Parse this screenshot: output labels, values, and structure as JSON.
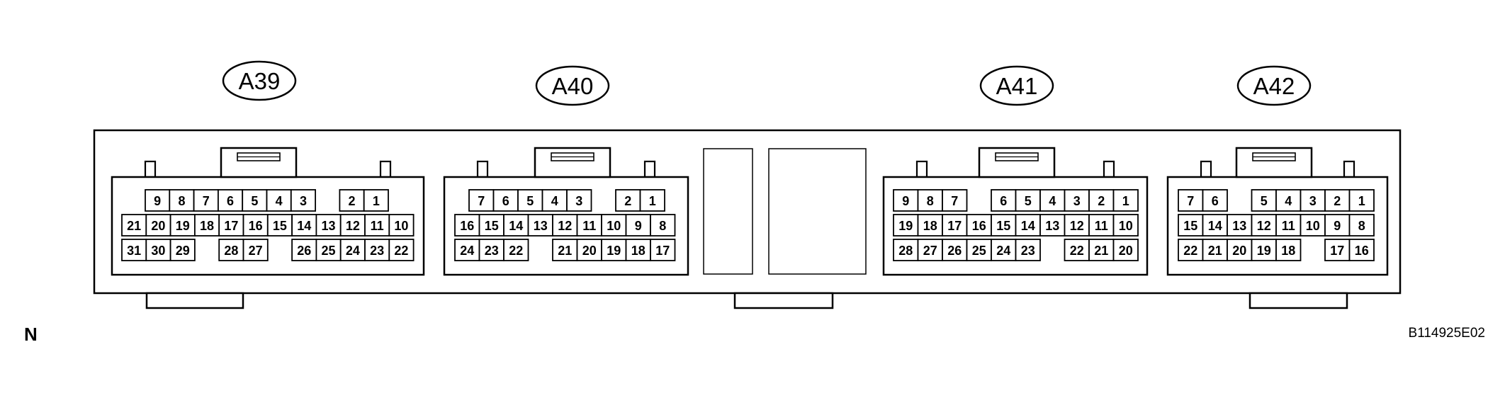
{
  "connectors": [
    {
      "label": "A39",
      "rows": [
        [
          "9",
          "8",
          "7",
          "6",
          "5",
          "4",
          "3",
          "",
          "2",
          "1"
        ],
        [
          "21",
          "20",
          "19",
          "18",
          "17",
          "16",
          "15",
          "14",
          "13",
          "12",
          "11",
          "10"
        ],
        [
          "31",
          "30",
          "29",
          "",
          "28",
          "27",
          "",
          "26",
          "25",
          "24",
          "23",
          "22"
        ]
      ]
    },
    {
      "label": "A40",
      "rows": [
        [
          "7",
          "6",
          "5",
          "4",
          "3",
          "",
          "2",
          "1"
        ],
        [
          "16",
          "15",
          "14",
          "13",
          "12",
          "11",
          "10",
          "9",
          "8"
        ],
        [
          "24",
          "23",
          "22",
          "",
          "21",
          "20",
          "19",
          "18",
          "17"
        ]
      ]
    },
    {
      "label": "A41",
      "rows": [
        [
          "9",
          "8",
          "7",
          "",
          "6",
          "5",
          "4",
          "3",
          "2",
          "1"
        ],
        [
          "19",
          "18",
          "17",
          "16",
          "15",
          "14",
          "13",
          "12",
          "11",
          "10"
        ],
        [
          "28",
          "27",
          "26",
          "25",
          "24",
          "23",
          "",
          "22",
          "21",
          "20"
        ]
      ]
    },
    {
      "label": "A42",
      "rows": [
        [
          "7",
          "6",
          "",
          "5",
          "4",
          "3",
          "2",
          "1"
        ],
        [
          "15",
          "14",
          "13",
          "12",
          "11",
          "10",
          "9",
          "8"
        ],
        [
          "22",
          "21",
          "20",
          "19",
          "18",
          "",
          "17",
          "16"
        ]
      ]
    }
  ],
  "view_label": "N",
  "figure_code": "B114925E02",
  "line_color": "#000000",
  "fill_color": "#ffffff"
}
